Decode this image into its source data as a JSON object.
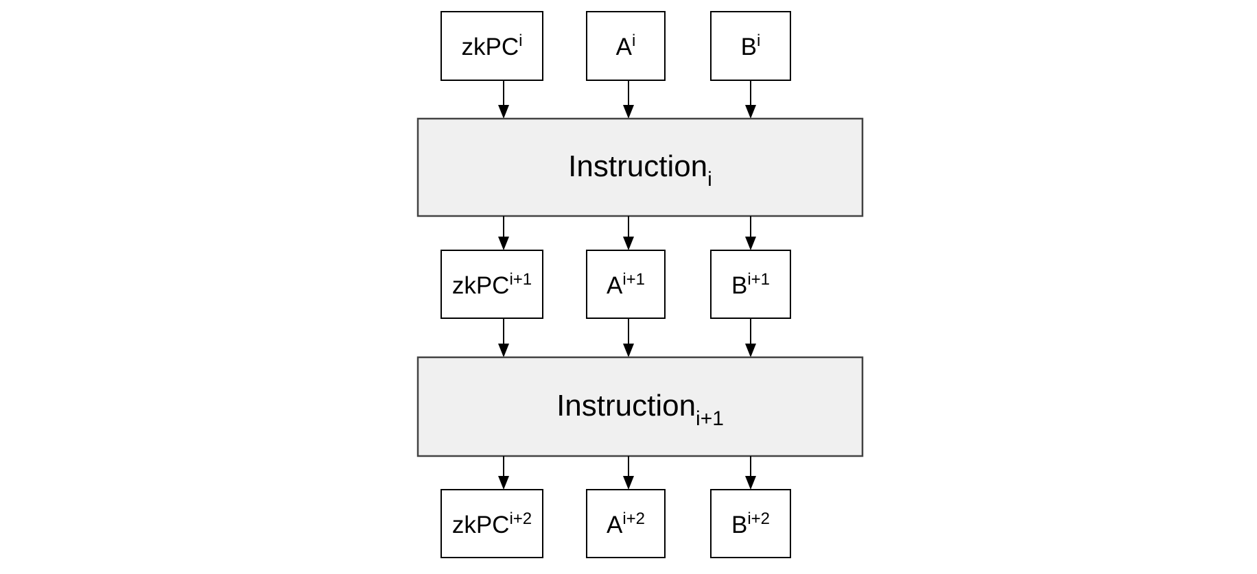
{
  "colors": {
    "background": "#ffffff",
    "register_box_fill": "#ffffff",
    "register_box_stroke": "#000000",
    "instruction_box_fill": "#f0f0f0",
    "instruction_box_stroke": "#424242",
    "arrow_color": "#000000",
    "text_color": "#000000"
  },
  "nodes": {
    "zkpc_i": {
      "label": "zkPC",
      "sup": "i"
    },
    "a_i": {
      "label": "A",
      "sup": "i"
    },
    "b_i": {
      "label": "B",
      "sup": "i"
    },
    "instruction_i": {
      "label": "Instruction",
      "sub": "i"
    },
    "zkpc_i_plus_1": {
      "label": "zkPC",
      "sup": "i+1"
    },
    "a_i_plus_1": {
      "label": "A",
      "sup": "i+1"
    },
    "b_i_plus_1": {
      "label": "B",
      "sup": "i+1"
    },
    "instruction_i_plus_1": {
      "label": "Instruction",
      "sub": "i+1"
    },
    "zkpc_i_plus_2": {
      "label": "zkPC",
      "sup": "i+2"
    },
    "a_i_plus_2": {
      "label": "A",
      "sup": "i+2"
    },
    "b_i_plus_2": {
      "label": "B",
      "sup": "i+2"
    }
  }
}
